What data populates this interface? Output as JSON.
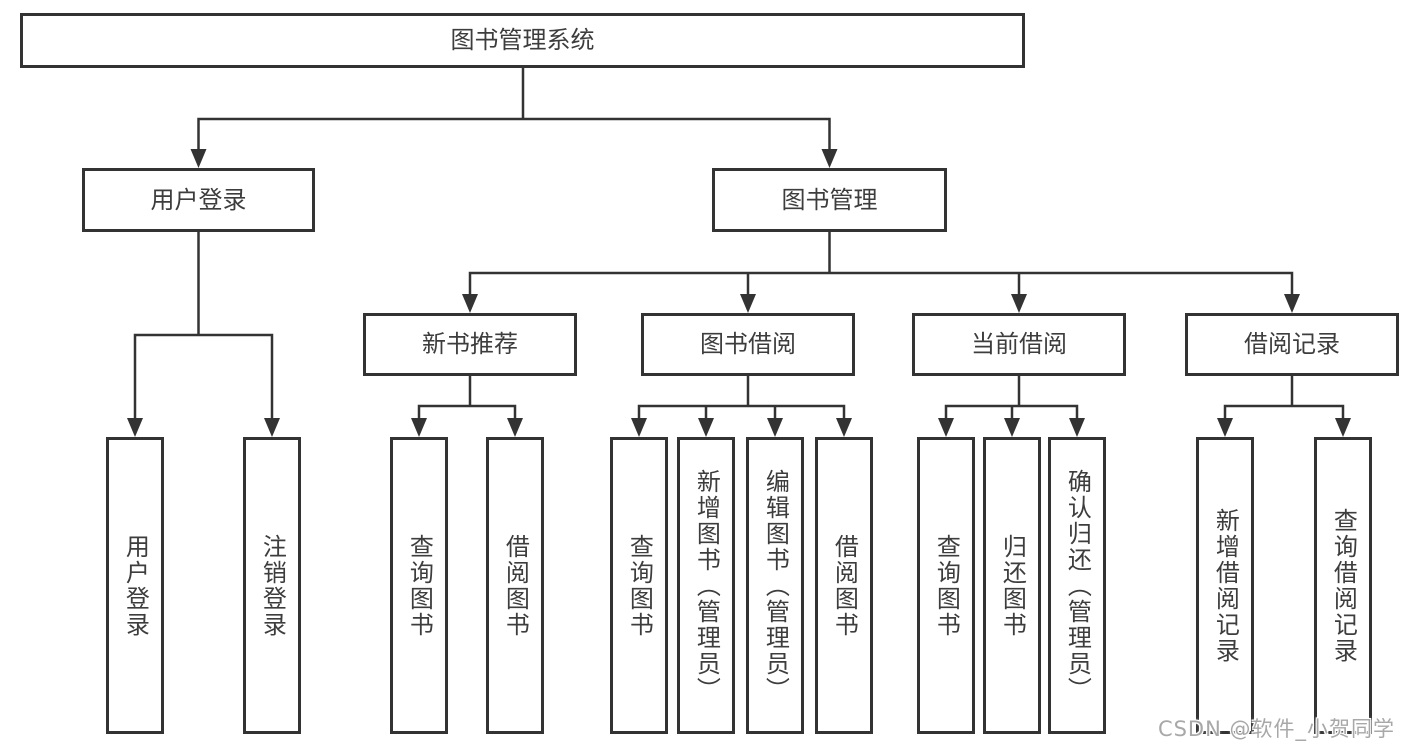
{
  "tree": {
    "root": "图书管理系统",
    "children": [
      {
        "label": "用户登录",
        "children": [
          "用户登录",
          "注销登录"
        ]
      },
      {
        "label": "图书管理",
        "children": [
          {
            "label": "新书推荐",
            "children": [
              "查询图书",
              "借阅图书"
            ]
          },
          {
            "label": "图书借阅",
            "children": [
              "查询图书",
              "新增图书（管理员）",
              "编辑图书（管理员）",
              "借阅图书"
            ]
          },
          {
            "label": "当前借阅",
            "children": [
              "查询图书",
              "归还图书",
              "确认归还（管理员）"
            ]
          },
          {
            "label": "借阅记录",
            "children": [
              "新增借阅记录",
              "查询借阅记录"
            ]
          }
        ]
      }
    ]
  },
  "watermark": "CSDN @软件_小贺同学",
  "colors": {
    "line": "#333333",
    "text": "#3d3d3d",
    "background": "#ffffff",
    "watermark": "#a8a8a8"
  }
}
